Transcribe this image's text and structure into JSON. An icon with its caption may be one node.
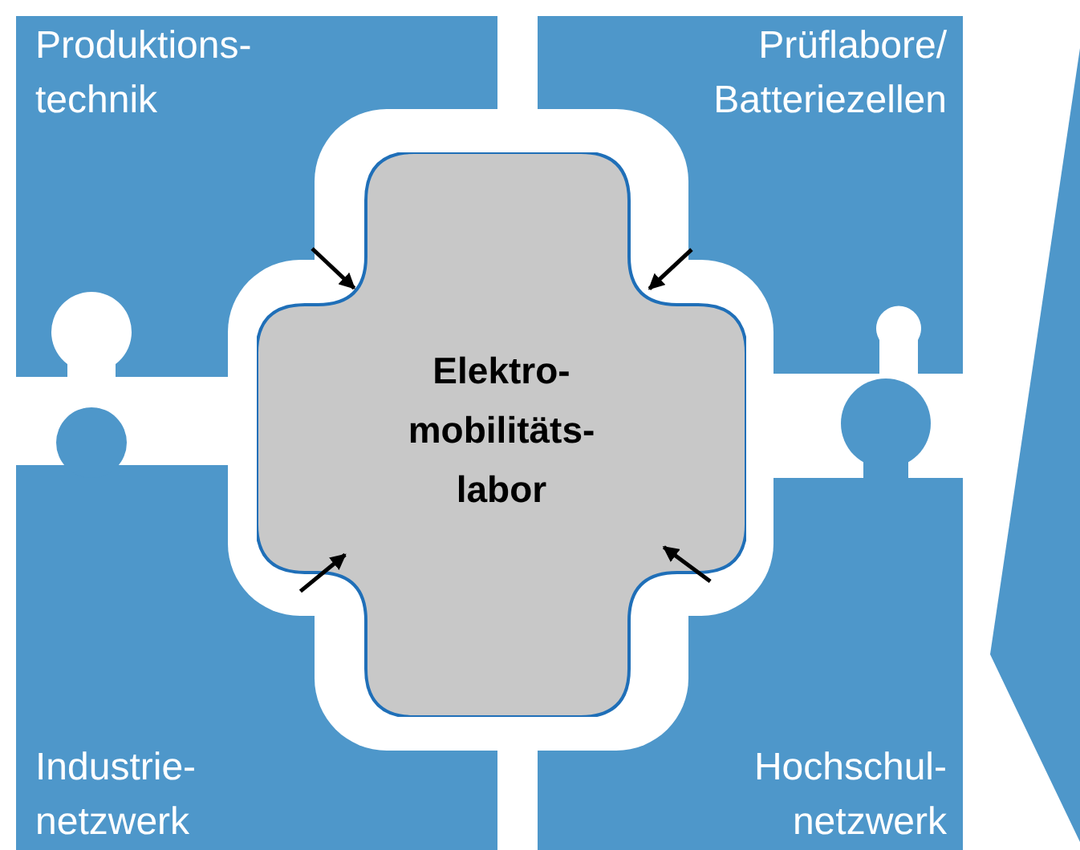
{
  "diagram": {
    "nodes": [
      {
        "text": [
          "Produktions- technik"
        ]
      },
      {
        "text": [
          "Prüflabore/ Batteriezellen"
        ]
      },
      {
        "text": [
          "Industrie- netzwerk"
        ]
      },
      {
        "text": [
          "Hochschul- netzwerk"
        ]
      },
      {
        "text": [
          "Elektro- mobilitäts- labor"
        ]
      },
      {
        "text": [],
        "shape": "chevron"
      }
    ],
    "edges": [
      {
        "from": 0,
        "to": 4,
        "arrow": "to"
      },
      {
        "from": 1,
        "to": 4,
        "arrow": "to"
      },
      {
        "from": 2,
        "to": 4,
        "arrow": "to"
      },
      {
        "from": 3,
        "to": 4,
        "arrow": "to"
      }
    ]
  }
}
